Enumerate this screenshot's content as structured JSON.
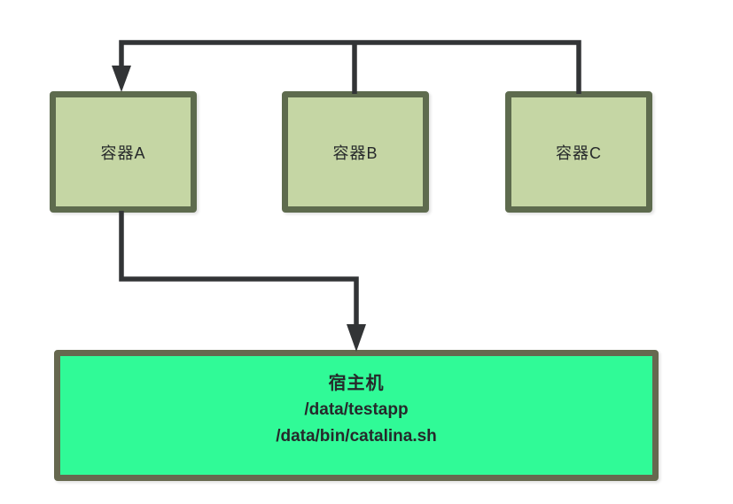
{
  "diagram": {
    "nodes": {
      "containers": [
        {
          "id": "container-a",
          "label": "容器A"
        },
        {
          "id": "container-b",
          "label": "容器B"
        },
        {
          "id": "container-c",
          "label": "容器C"
        }
      ],
      "host": {
        "title": "宿主机",
        "lines": [
          "/data/testapp",
          "/data/bin/catalina.sh"
        ]
      }
    },
    "edges": [
      {
        "from": "container-b",
        "to": "container-a",
        "style": "elbow-arrow"
      },
      {
        "from": "container-c",
        "to": "container-a",
        "style": "elbow-arrow"
      },
      {
        "from": "container-a",
        "to": "host",
        "style": "elbow-arrow"
      }
    ],
    "colors": {
      "container_fill": "#c5d6a4",
      "container_border": "#5e6b4e",
      "host_fill": "#30fa97",
      "host_border": "#66684f",
      "connector": "#323436",
      "text": "#26292b",
      "background": "#ffffff"
    }
  }
}
